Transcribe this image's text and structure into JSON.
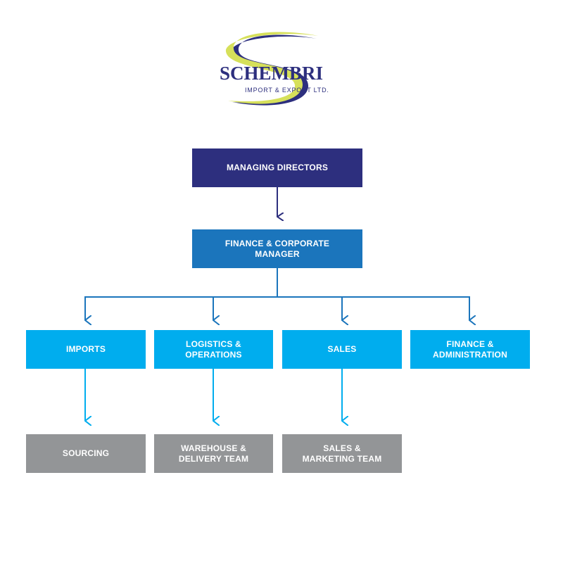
{
  "logo": {
    "name": "SCHEMBRI",
    "tagline": "IMPORT & EXPORT LTD."
  },
  "nodes": {
    "managing_directors": "MANAGING DIRECTORS",
    "finance_corporate_manager": "FINANCE & CORPORATE\nMANAGER",
    "imports": "IMPORTS",
    "logistics_operations": "LOGISTICS &\nOPERATIONS",
    "sales": "SALES",
    "finance_administration": "FINANCE &\nADMINISTRATION",
    "sourcing": "SOURCING",
    "warehouse_delivery": "WAREHOUSE &\nDELIVERY TEAM",
    "sales_marketing": "SALES &\nMARKETING TEAM"
  },
  "colors": {
    "level1": "#2d2f7e",
    "level2": "#1b75bc",
    "level3": "#00adee",
    "level4": "#939597",
    "logo_swoosh": "#d6e05a"
  }
}
